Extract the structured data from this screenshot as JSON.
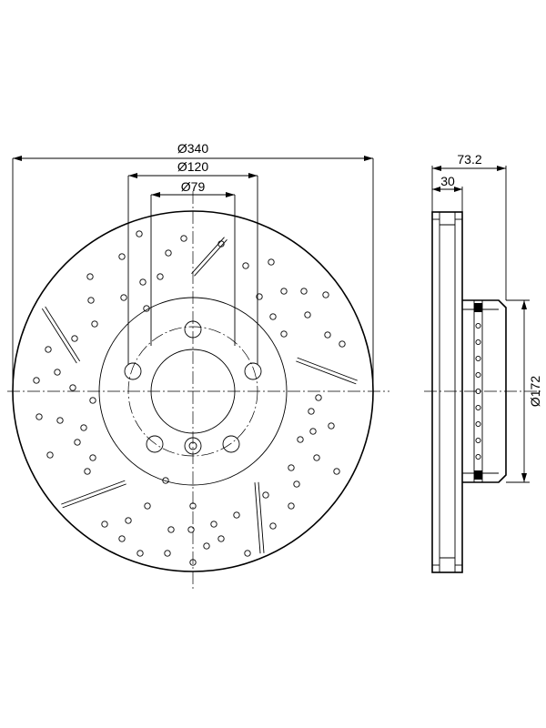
{
  "dimensions": {
    "outer_diameter": "Ø340",
    "bolt_circle": "Ø120",
    "center_bore": "Ø79",
    "total_height": "73.2",
    "disc_thickness": "30",
    "hat_diameter": "Ø172"
  },
  "colors": {
    "line": "#000000",
    "background": "#ffffff"
  }
}
